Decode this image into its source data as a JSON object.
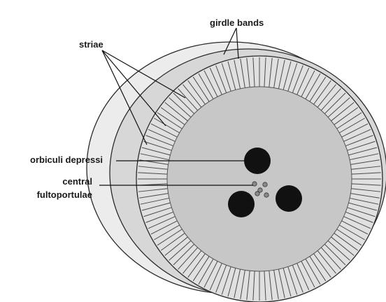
{
  "labels": {
    "girdle_bands": "girdle bands",
    "striae": "striae",
    "orbiculi_depressi": "orbiculi depressi",
    "central_line1": "central",
    "central_line2": "fultoportulae"
  },
  "striae_count": 120,
  "orbiculi_count": 3,
  "fultoportulae_count": 5,
  "colors": {
    "outer_band": "#ececec",
    "inner_band": "#d7d7d7",
    "rim": "#e0e0e0",
    "striae_line": "#4a4a4a",
    "center_area": "#c7c7c7",
    "orbiculi": "#111111",
    "fultoportulae": "#8a8a8a",
    "leader_line": "#111111"
  }
}
